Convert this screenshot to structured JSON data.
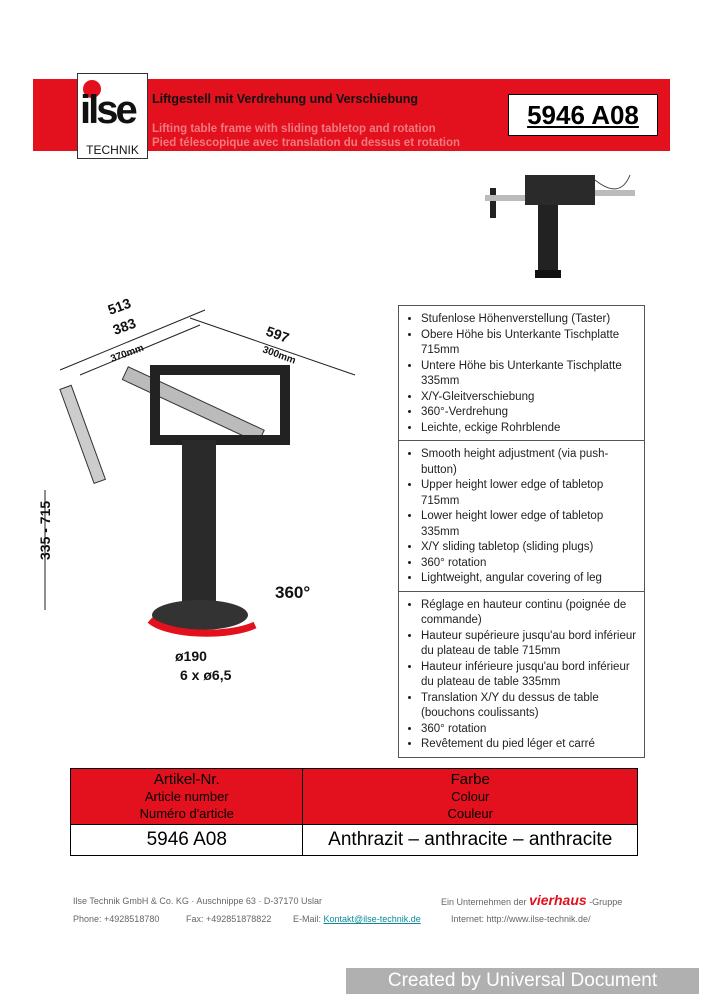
{
  "header": {
    "logo_text": "ilse",
    "logo_sub": "TECHNIK",
    "title_de": "Liftgestell mit Verdrehung und Verschiebung",
    "title_en": "Lifting table frame with sliding tabletop and rotation",
    "title_fr": "Pied télescopique avec translation du dessus et rotation",
    "article_number": "5946 A08"
  },
  "drawing": {
    "dim_513": "513",
    "dim_383": "383",
    "dim_370": "370mm",
    "dim_597": "597",
    "dim_300": "300mm",
    "dim_height": "335 - 715",
    "dim_rotation": "360°",
    "dim_base": "ø190",
    "dim_holes": "6 x ø6,5"
  },
  "features": {
    "de": [
      "Stufenlose Höhenverstellung (Taster)",
      "Obere Höhe bis Unterkante Tischplatte 715mm",
      "Untere Höhe bis Unterkante Tischplatte 335mm",
      "X/Y-Gleitverschiebung",
      "360°-Verdrehung",
      "Leichte, eckige Rohrblende"
    ],
    "en": [
      "Smooth height adjustment (via push-button)",
      "Upper height lower edge of tabletop 715mm",
      "Lower height lower edge of tabletop 335mm",
      "X/Y sliding tabletop (sliding plugs)",
      "360° rotation",
      "Lightweight, angular covering of leg"
    ],
    "fr": [
      "Réglage en hauteur continu (poignée de commande)",
      "Hauteur supérieure jusqu'au bord inférieur du plateau de table 715mm",
      "Hauteur inférieure jusqu'au bord inférieur du plateau de table 335mm",
      "Translation X/Y du dessus de table (bouchons coulissants)",
      "360° rotation",
      "Revêtement du pied léger et carré"
    ]
  },
  "spec_table": {
    "col1": [
      "Artikel-Nr.",
      "Article number",
      "Numéro d'article"
    ],
    "col2": [
      "Farbe",
      "Colour",
      "Couleur"
    ],
    "value1": "5946 A08",
    "value2": "Anthrazit – anthracite – anthracite"
  },
  "footer": {
    "company": "Ilse Technik GmbH & Co. KG  ·  Auschnippe 63  ·  D-37170 Uslar",
    "group_pre": "Ein Unternehmen der",
    "group_brand": "vierhaus",
    "group_post": "-Gruppe",
    "phone": "Phone: +4928518780",
    "fax": "Fax: +492851878822",
    "email_label": "E-Mail:",
    "email": "Kontakt@ilse-technik.de",
    "internet": "Internet:  http://www.ilse-technik.de/"
  },
  "watermark": "Created by Universal Document Converter",
  "colors": {
    "brand_red": "#e3101e"
  }
}
